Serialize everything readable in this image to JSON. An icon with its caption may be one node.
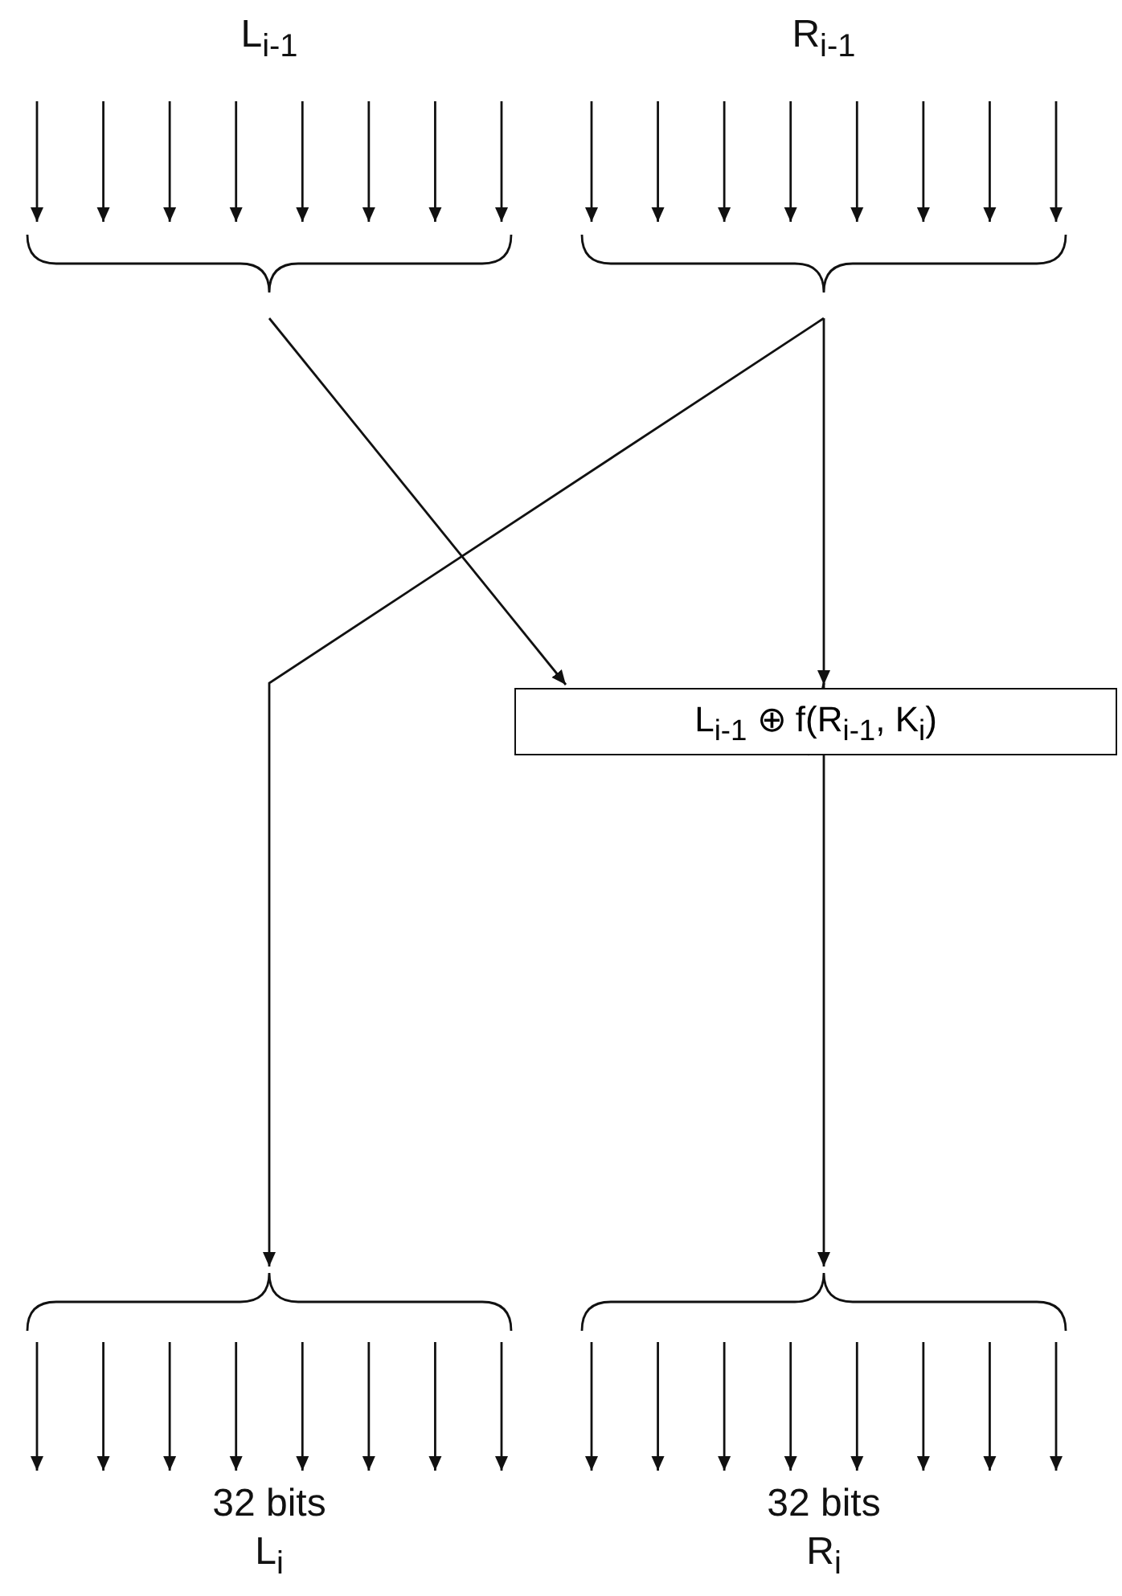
{
  "diagram": {
    "nodes": [
      {
        "text": [
          "L$_{i-1}$"
        ]
      },
      {
        "text": [
          "R$_{i-1}$"
        ]
      },
      {
        "text": [
          "L$_{i-1}$ ⊕ f(R$_{i-1}$, K$_{i}$)"
        ]
      },
      {
        "text": [
          "32 bits",
          "L$_{i}$"
        ]
      },
      {
        "text": [
          "32 bits",
          "R$_{i}$"
        ]
      }
    ],
    "edges": [
      {
        "from": 0,
        "to": 2,
        "arrow": "to"
      },
      {
        "from": 1,
        "to": 3,
        "arrow": "to"
      },
      {
        "from": 1,
        "to": 2,
        "arrow": "to"
      },
      {
        "from": 2,
        "to": 4,
        "arrow": "to"
      }
    ]
  }
}
